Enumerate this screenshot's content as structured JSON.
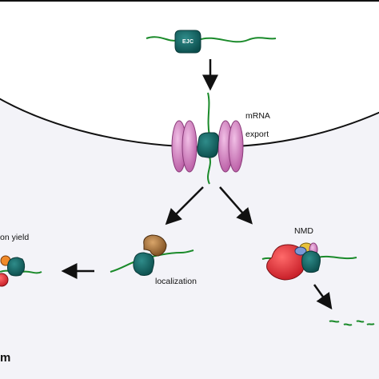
{
  "labels": {
    "ejc": "EJC",
    "mrna": "mRNA",
    "export": "export",
    "translation_yield": "on yield",
    "localization": "localization",
    "nmd": "NMD",
    "cytoplasm": "m"
  },
  "colors": {
    "mrna_strand": "#1a8a2a",
    "ejc_core": "#0e5f5e",
    "pore": "#d58ac4",
    "nucleus_fill": "#ffffff",
    "cytoplasm_fill": "#f3f3f8",
    "envelope": "#111111",
    "ribosome_red": "#e0313a",
    "localization_factor": "#9a6a3a",
    "upf_yellow": "#e8c23a",
    "upf_blue": "#7b9ad6",
    "upf_pink": "#d36fbf"
  }
}
